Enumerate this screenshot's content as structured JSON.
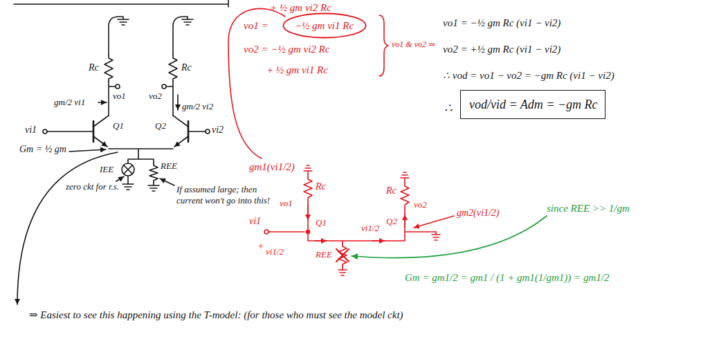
{
  "diagram": {
    "nodes": [
      {
        "text": [
          "−½ gm vi1 Rc"
        ]
      },
      {
        "text": [
          "vod/vid = Adm = −gm Rc"
        ]
      }
    ],
    "labels": [
      "+ ½ gm vi2 Rc",
      "vo1 =",
      "vo2 = −½ gm vi2 Rc",
      "+ ½ gm vi1 Rc",
      "vo1 & vo2 ⇒",
      "vo1 = −½ gm Rc (vi1 − vi2)",
      "vo2 = +½ gm Rc (vi1 − vi2)",
      "∴ vod = vo1 − vo2 = −gm Rc (vi1 − vi2)",
      "∴",
      "Rc",
      "Rc",
      "vo1",
      "vo2",
      "gm/2 vi1",
      "gm/2 vi2",
      "vi1",
      "Q1",
      "Q2",
      "vi2",
      "Gm = ½ gm",
      "IEE",
      "REE",
      "zero ckt for r.s.",
      "If assumed large; then current won't go into this!",
      "⇒ Easiest to see this happening using the T-model: (for those who must see the model ckt)",
      "gm1(vi1/2)",
      "vo1",
      "Rc",
      "Rc",
      "vo2",
      "vi1",
      "Q1",
      "Q2",
      "+",
      "vi1/2",
      "REE",
      "vi1/2",
      "gm2(vi1/2)",
      "since REE >> 1/gm",
      "Gm = gm1/2 = gm1 / (1 + gm1(1/gm1)) = gm1/2"
    ]
  }
}
